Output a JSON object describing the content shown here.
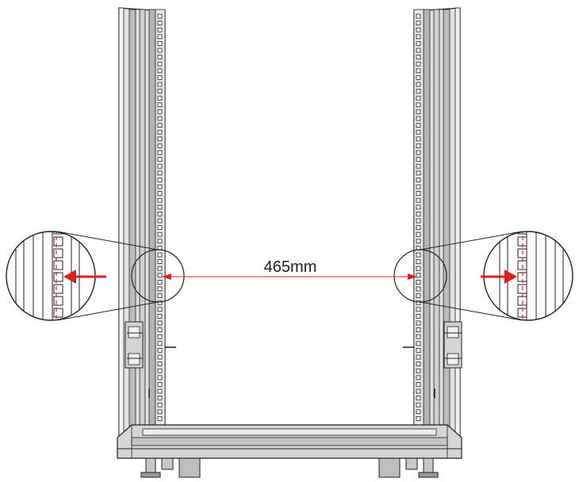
{
  "diagram": {
    "measurement": {
      "label": "465mm",
      "color": "#e02020"
    },
    "colors": {
      "rail_fill": "#dcdcdc",
      "rail_dark": "#a9a9a9",
      "outline": "#222222",
      "background": "#ffffff"
    },
    "parts": [
      "left-rail",
      "right-rail",
      "left-zoom-callout",
      "right-zoom-callout",
      "base-frame",
      "leveling-feet"
    ]
  }
}
